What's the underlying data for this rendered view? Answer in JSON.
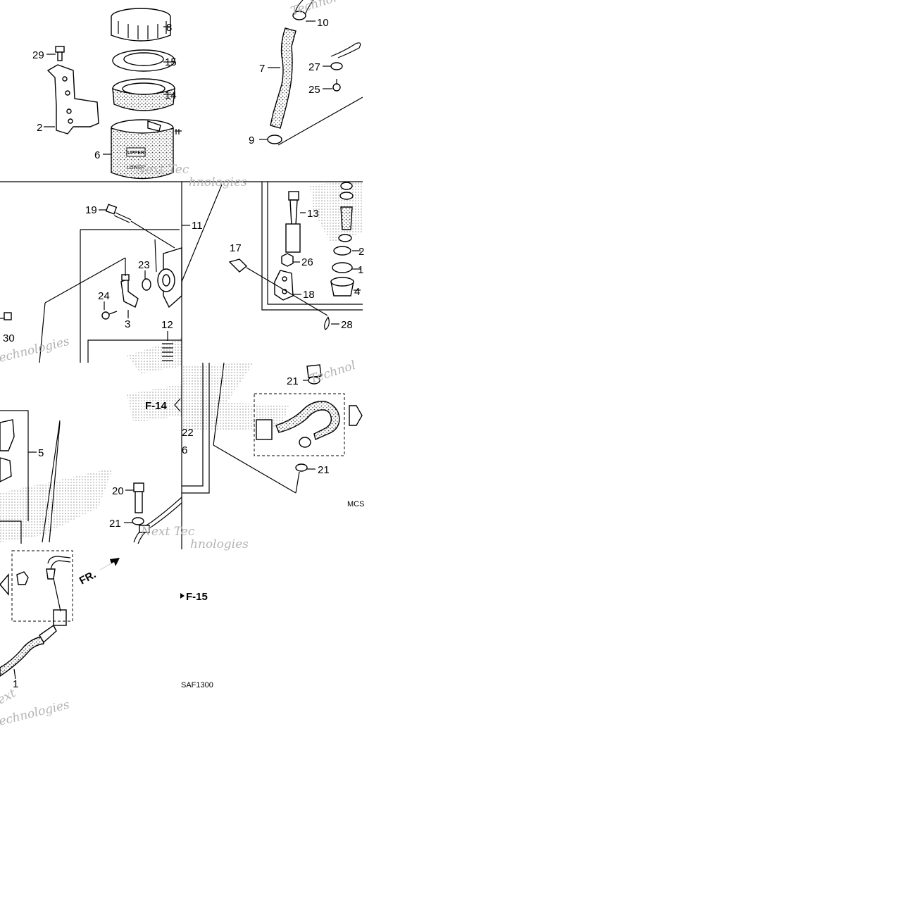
{
  "callouts": {
    "c1": "1",
    "c2": "2",
    "c3": "3",
    "c4": "4",
    "c5": "5",
    "c6": "6",
    "c7": "7",
    "c8": "8",
    "c9": "9",
    "c10": "10",
    "c11": "11",
    "c12": "12",
    "c13": "13",
    "c14": "14",
    "c15": "15",
    "c16": "1",
    "c17": "17",
    "c18": "18",
    "c19": "19",
    "c20": "20",
    "c21a": "21",
    "c21b": "21",
    "c21c": "21",
    "c22": "22",
    "c23": "23",
    "c24": "24",
    "c25": "25",
    "c26": "26",
    "c27": "27",
    "c28": "28",
    "c29": "29",
    "c2b": "2",
    "c30": "30",
    "c6b": "6"
  },
  "references": {
    "f14": "F-14",
    "f15": "F-15",
    "front_arrow": "FR."
  },
  "part_text": {
    "upper": "UPPER",
    "lower": "LOWER"
  },
  "codes": {
    "diagram_code": "SAF1300",
    "partial_code": "MCS"
  },
  "watermarks": {
    "w1": "Next Tec",
    "w2": "hnologies",
    "w3": "Technol",
    "w4": "echnologies",
    "w5": "Next Tec",
    "w6": "hnologies",
    "w7": "ext",
    "w8": "echnologies",
    "w9": "Technol"
  }
}
